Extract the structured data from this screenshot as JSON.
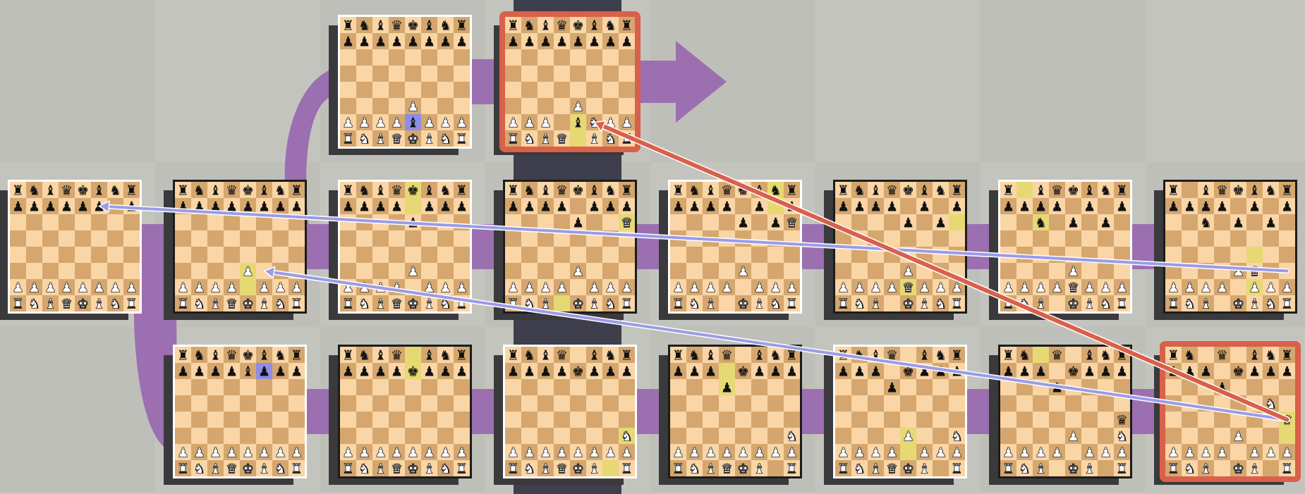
{
  "colors": {
    "light_square": "#fad5a5",
    "dark_square": "#d5a76e",
    "highlight": "#e6d974",
    "check_highlight": "#8e8ee6",
    "present_column": "#3e3e4c",
    "timeline_link": "#9b6fb0",
    "board_shadow": "#3a3a3c",
    "white_frame": "#ffffff",
    "black_frame": "#1c1c1c",
    "active_frame": "#d9604a",
    "move_arrow": "#9b9be8",
    "capture_arrow": "#d9604a"
  },
  "icons": {
    "white_pieces": "white-chess-piece-icons",
    "black_pieces": "black-chess-piece-icons",
    "time_travel_arrow": "right-arrow-icon"
  },
  "boards": [
    {
      "id": "b-1-2",
      "row": -1,
      "col": 2,
      "player": "white",
      "active": false,
      "fen": "rnbqkbnr/pppppppp/8/8/8/4P3/PPPPbPPP/RNBQKBNR",
      "hl": [
        "e2:check"
      ]
    },
    {
      "id": "b-1-3",
      "row": -1,
      "col": 3,
      "player": "black",
      "active": true,
      "fen": "rnbqkbnr/pppppppp/8/8/8/4P3/PPP1bNPP/RNBQ1BNR",
      "hl": [
        "e2",
        "e1"
      ]
    },
    {
      "id": "b0-0",
      "row": 0,
      "col": 0,
      "player": "white",
      "active": false,
      "fen": "rnbqkbnr/pppppp1p/8/8/8/8/PPPPPPPP/RNBQKBNR",
      "hl": []
    },
    {
      "id": "b0-1",
      "row": 0,
      "col": 1,
      "player": "black",
      "active": false,
      "fen": "rnbqkbnr/pppppppp/8/8/8/4P3/PPPP1PPP/RNBQKBNR",
      "hl": [
        "e3",
        "e2"
      ]
    },
    {
      "id": "b0-2",
      "row": 0,
      "col": 2,
      "player": "white",
      "active": false,
      "fen": "rnbqkbnr/pppp1ppp/4p3/8/8/4P3/PPPP1PPP/RNBQKBNR",
      "hl": [
        "e8",
        "e7"
      ]
    },
    {
      "id": "b0-3",
      "row": 0,
      "col": 3,
      "player": "black",
      "active": false,
      "fen": "rnbqkbnr/pppp1ppp/4p2Q/8/8/4P3/PPPP1PPP/RNB1KBNR",
      "hl": [
        "d1",
        "h6"
      ]
    },
    {
      "id": "b0-4",
      "row": 0,
      "col": 4,
      "player": "white",
      "active": false,
      "fen": "rnbqkbnr/pppp1p1p/4p1pQ/8/8/4P3/PPPP1PPP/RNB1KBNR",
      "hl": [
        "g8",
        "g7"
      ]
    },
    {
      "id": "b0-5",
      "row": 0,
      "col": 5,
      "player": "black",
      "active": false,
      "fen": "rnbqkbnr/pppp1p1p/4p1p1/8/8/4P3/PPPPQPPP/RNB1KBNR",
      "hl": [
        "h6",
        "e2"
      ]
    },
    {
      "id": "b0-6",
      "row": 0,
      "col": 6,
      "player": "white",
      "active": false,
      "fen": "r1bqkbnr/pppp1p1p/2n1p1p1/8/8/4P3/PPPPQPPP/RNB1KBNR",
      "hl": [
        "b8",
        "c6"
      ]
    },
    {
      "id": "b0-7",
      "row": 0,
      "col": 7,
      "player": "black",
      "active": false,
      "fen": "r1bqkbnr/pppp1p1p/2n1p1p1/8/8/4PQ2/PPPP1PPP/RNB1KBNR",
      "hl": [
        "f4",
        "f2"
      ]
    },
    {
      "id": "b1-1",
      "row": 1,
      "col": 1,
      "player": "white",
      "active": false,
      "fen": "rnbqkbnr/ppppbppp/8/8/8/8/PPPPPPPP/RNBQKBNR",
      "hl": [
        "f7:check"
      ]
    },
    {
      "id": "b1-2",
      "row": 1,
      "col": 2,
      "player": "black",
      "active": false,
      "fen": "rnbq1bnr/ppppkppp/8/8/8/8/PPPPPPPP/RNBQKBNR",
      "hl": [
        "e8",
        "e7"
      ]
    },
    {
      "id": "b1-3",
      "row": 1,
      "col": 3,
      "player": "white",
      "active": false,
      "fen": "rnbq1bnr/ppppkppp/8/8/8/7N/PPPPPPPP/RNBQKB1R",
      "hl": [
        "h3",
        "g1"
      ]
    },
    {
      "id": "b1-4",
      "row": 1,
      "col": 4,
      "player": "black",
      "active": false,
      "fen": "rnbq1bnr/ppp1kppp/3p4/8/8/7N/PPPPPPPP/RNBQKB1R",
      "hl": [
        "d7",
        "d6"
      ]
    },
    {
      "id": "b1-5",
      "row": 1,
      "col": 5,
      "player": "white",
      "active": false,
      "fen": "rnbq1bnr/ppp1kppp/3p4/8/8/4P2N/PPPP1PPP/RNBQKB1R",
      "hl": [
        "e3",
        "e2"
      ]
    },
    {
      "id": "b1-6",
      "row": 1,
      "col": 6,
      "player": "black",
      "active": false,
      "fen": "rn1q1bnr/ppp1kppp/3p4/8/7q/4P2N/PPPP1PPP/RNB1KB1R",
      "hl": [
        "c8"
      ]
    },
    {
      "id": "b1-7",
      "row": 1,
      "col": 7,
      "player": "white",
      "active": true,
      "fen": "rn1q1bnr/ppp1kppp/3p4/6N1/7q/4P3/PPPP1PPP/RNB1KB1R",
      "hl": [
        "h4",
        "h3"
      ]
    }
  ],
  "arrows": [
    {
      "name": "move-arrow-cross-timeline-1",
      "kind": "move",
      "from": "b1-7:h4",
      "to": "b0-1:f3"
    },
    {
      "name": "move-arrow-cross-timeline-2",
      "kind": "move",
      "from": "b0-7:h3",
      "to": "b0-0:f7"
    },
    {
      "name": "capture-arrow-time-travel",
      "kind": "capture",
      "from": "b1-7:h4",
      "to": "b-1-3:f2"
    }
  ]
}
